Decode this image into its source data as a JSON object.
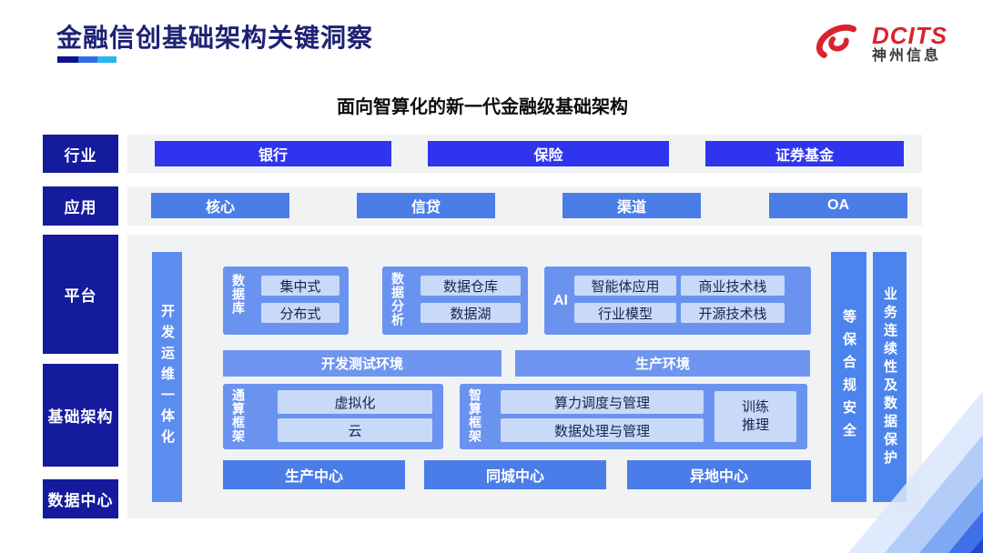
{
  "header": {
    "title": "金融信创基础架构关键洞察",
    "logo": {
      "name": "DCITS",
      "company": "神州信息"
    }
  },
  "subtitle": "面向智算化的新一代金融级基础架构",
  "side_labels": {
    "industry": "行业",
    "application": "应用",
    "platform": "平台",
    "infrastructure": "基础架构",
    "datacenter": "数据中心"
  },
  "industry_row": {
    "items": [
      "银行",
      "保险",
      "证券基金"
    ]
  },
  "application_row": {
    "items": [
      "核心",
      "信贷",
      "渠道",
      "OA"
    ]
  },
  "platform": {
    "devops_bar": "开发运维一体化",
    "security_bar": "等保合规安全",
    "continuity_bar": "业务连续性及数据保护",
    "database_group": {
      "label": "数据库",
      "items": [
        "集中式",
        "分布式"
      ]
    },
    "analytics_group": {
      "label": "数据分析",
      "items": [
        "数据仓库",
        "数据湖"
      ]
    },
    "ai_group": {
      "label": "AI",
      "items": [
        "智能体应用",
        "商业技术栈",
        "行业模型",
        "开源技术栈"
      ]
    },
    "dev_env": "开发测试环境",
    "prod_env": "生产环境",
    "general_compute_group": {
      "label": "通算框架",
      "items": [
        "虚拟化",
        "云"
      ]
    },
    "intelligent_compute_group": {
      "label": "智算框架",
      "items": [
        "算力调度与管理",
        "数据处理与管理"
      ],
      "side_box": "训练推理"
    },
    "centers": [
      "生产中心",
      "同城中心",
      "异地中心"
    ]
  },
  "colors": {
    "title_navy": "#1e2173",
    "label_navy": "#141b9c",
    "vivid_blue": "#2f35ef",
    "medium_blue": "#4b7de8",
    "container_blue": "#6a93f0",
    "chip_blue": "#c9daf8",
    "panel_gray": "#f1f2f4",
    "logo_red": "#d9232e",
    "accent_cyan": "#2ab4f0"
  }
}
